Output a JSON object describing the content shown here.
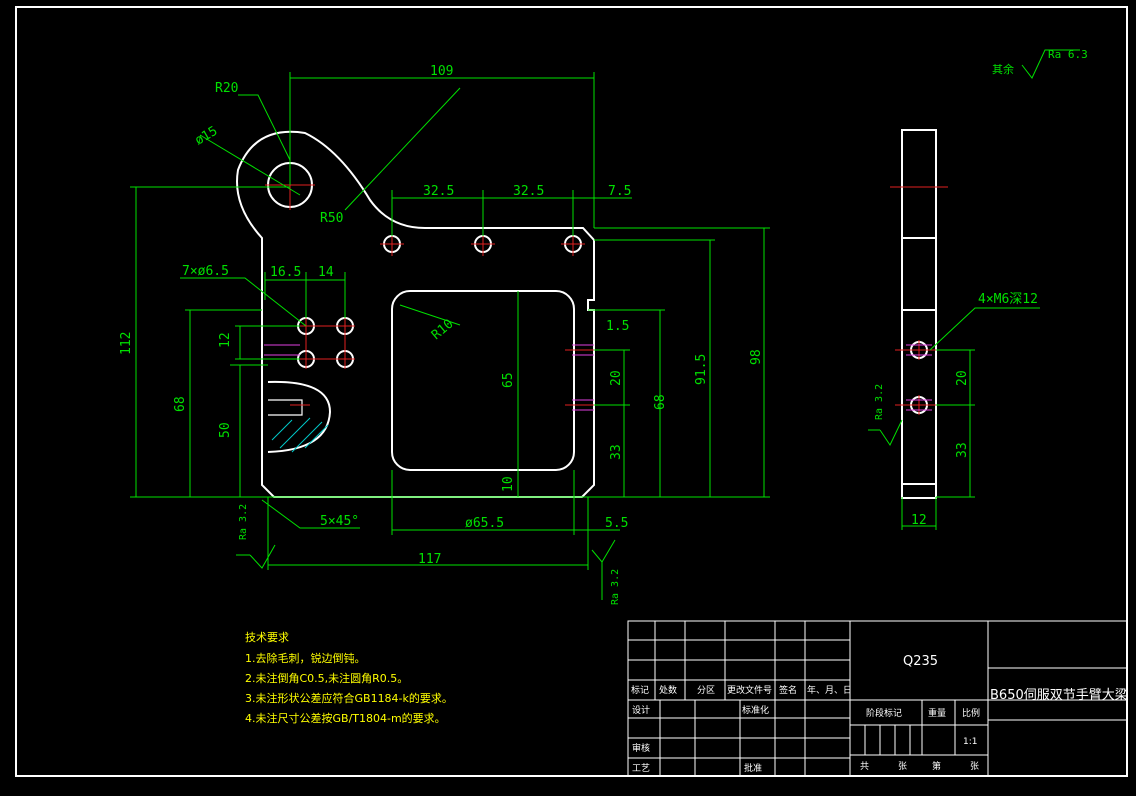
{
  "drawing": {
    "material": "Q235",
    "title": "B650伺服双节手臂大梁",
    "surface_other": "其余",
    "surface_other_ra": "Ra 6.3",
    "ra_32": "Ra 3.2"
  },
  "dimensions": {
    "d109": "109",
    "r20": "R20",
    "d15": "ø15",
    "r50": "R50",
    "d32_5a": "32.5",
    "d32_5b": "32.5",
    "d7_5": "7.5",
    "holes7": "7×ø6.5",
    "d16_5": "16.5",
    "d14": "14",
    "r10": "R10",
    "d1_5": "1.5",
    "d112": "112",
    "d12v": "12",
    "d68l": "68",
    "d50": "50",
    "d65": "65",
    "d10": "10",
    "d20": "20",
    "d33": "33",
    "d68r": "68",
    "d91_5": "91.5",
    "d98": "98",
    "chamfer": "5×45°",
    "d65_5": "ø65.5",
    "d5_5": "5.5",
    "d117": "117",
    "side_holes": "4×M6深12",
    "side_20": "20",
    "side_33": "33",
    "side_12": "12"
  },
  "notes": {
    "heading": "技术要求",
    "items": [
      "1.去除毛刺，锐边倒钝。",
      "2.未注倒角C0.5,未注圆角R0.5。",
      "3.未注形状公差应符合GB1184-k的要求。",
      "4.未注尺寸公差按GB/T1804-m的要求。"
    ]
  },
  "title_block": {
    "row_labels": [
      "标记",
      "处数",
      "分区",
      "更改文件号",
      "签名",
      "年、月、日"
    ],
    "design": "设计",
    "standardize": "标准化",
    "stage_mark": "阶段标记",
    "weight": "重量",
    "scale": "比例",
    "scale_value": "1:1",
    "review": "审核",
    "process": "工艺",
    "approve": "批准",
    "total": "共",
    "sheets1": "张",
    "page": "第",
    "sheets2": "张"
  }
}
